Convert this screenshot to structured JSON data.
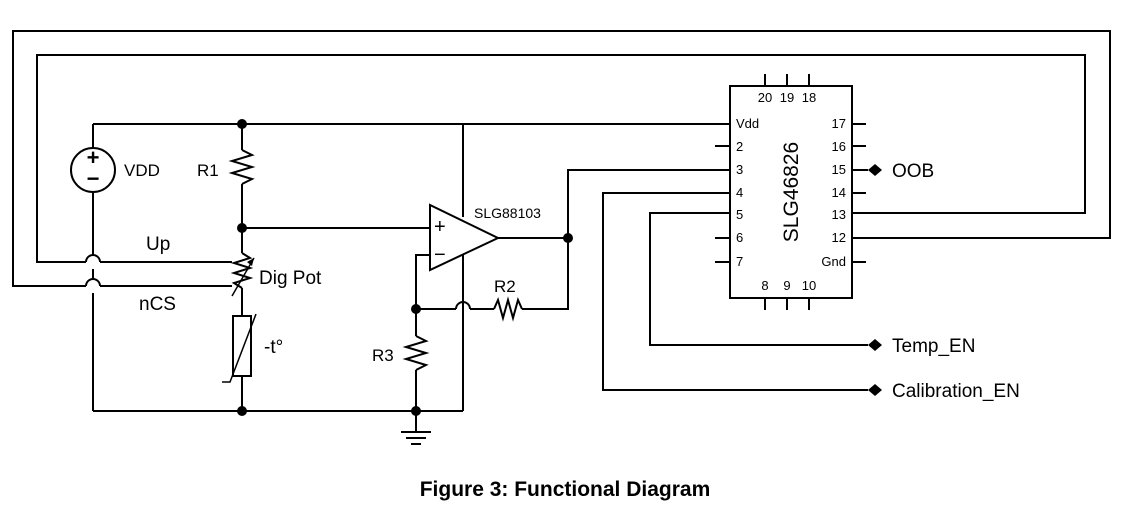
{
  "diagram": {
    "vdd": "VDD",
    "r1": "R1",
    "r2": "R2",
    "r3": "R3",
    "up": "Up",
    "ncs": "nCS",
    "digpot": "Dig Pot",
    "thermistor": "-t°",
    "opamp": "SLG88103",
    "chip": {
      "name": "SLG46826",
      "left_pins": [
        "Vdd",
        "2",
        "3",
        "4",
        "5",
        "6",
        "7"
      ],
      "right_pins": [
        "17",
        "16",
        "15",
        "14",
        "13",
        "12",
        "Gnd"
      ],
      "top_pins": [
        "20",
        "19",
        "18"
      ],
      "bottom_pins": [
        "8",
        "9",
        "10"
      ]
    },
    "signals": {
      "oob": "OOB",
      "temp_en": "Temp_EN",
      "calibration_en": "Calibration_EN"
    },
    "caption": "Figure 3: Functional Diagram"
  }
}
